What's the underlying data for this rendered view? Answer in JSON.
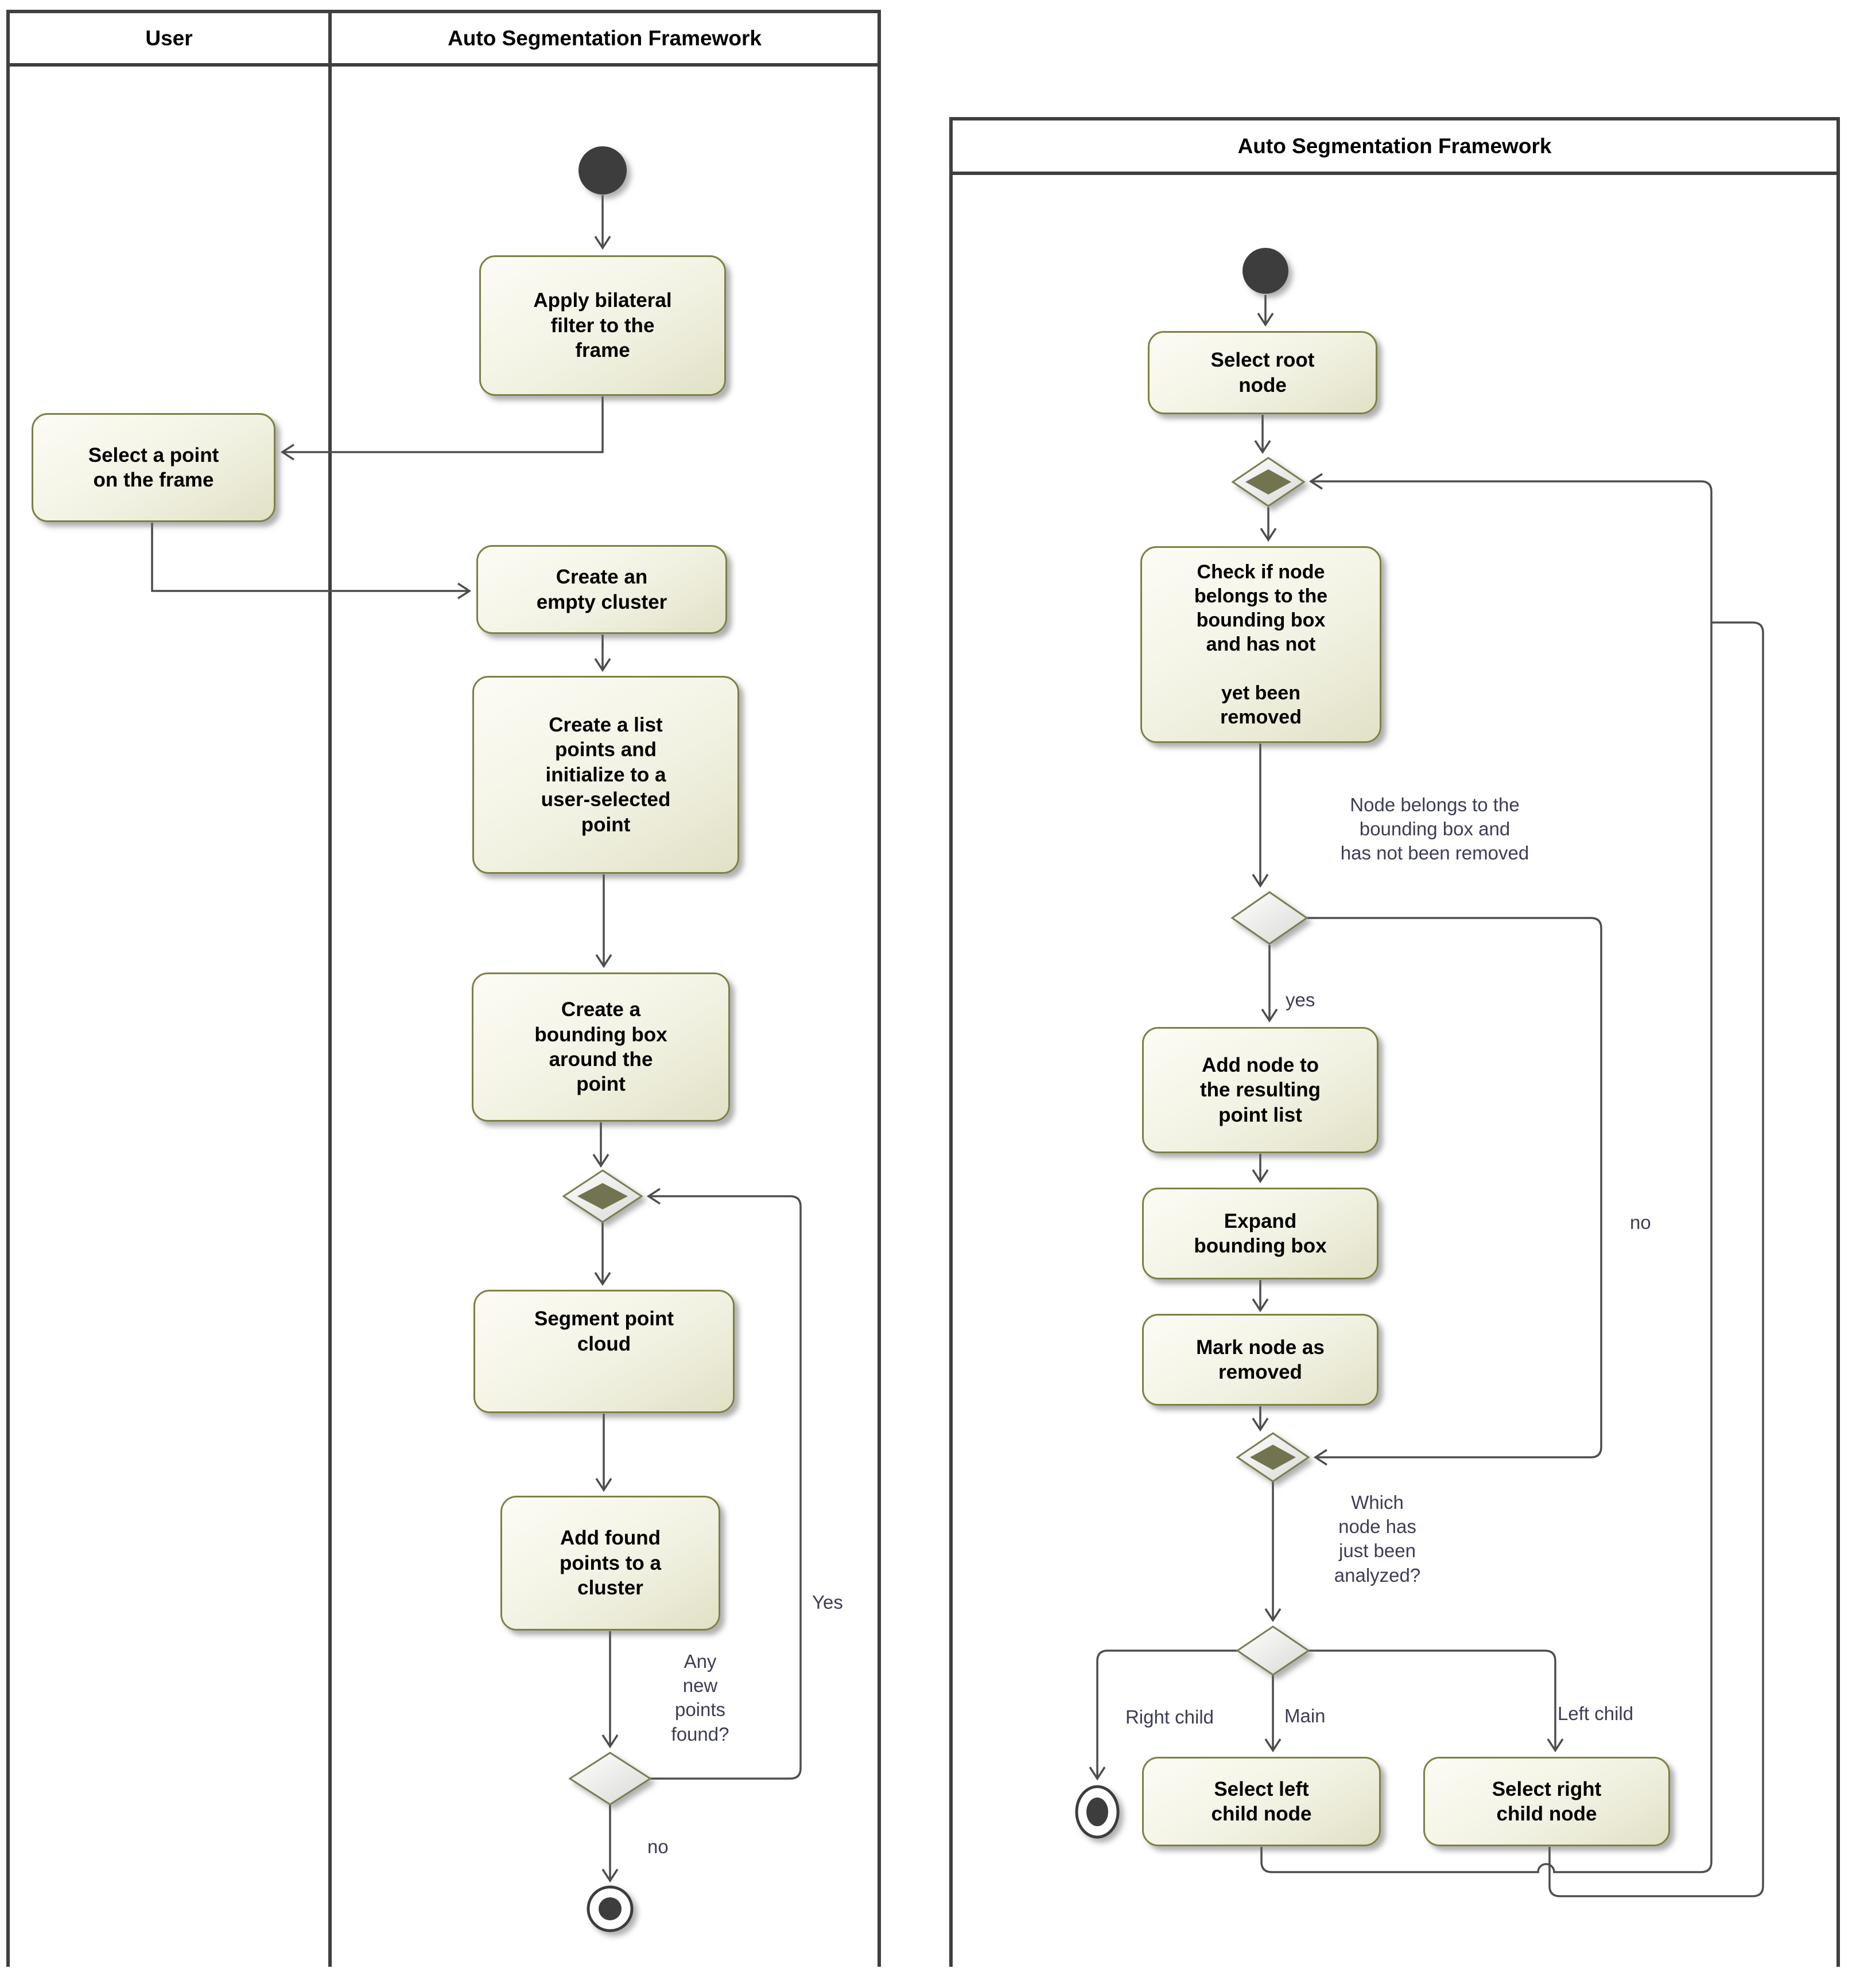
{
  "colors": {
    "node_border": "#7e8044",
    "node_fill_light": "#fcfcf5",
    "node_fill_dark": "#e1e1c7",
    "edge_line": "#4d4d4d",
    "frame_line": "#3f3f3f",
    "guard_label_text": "#3d3d55",
    "merge_inner_diamond": "#71744f",
    "start_end_node": "#3d3d3d"
  },
  "diagram_left": {
    "lanes": {
      "user": "User",
      "framework": "Auto Segmentation Framework"
    },
    "nodes": {
      "apply_filter": "Apply bilateral\nfilter to the\nframe",
      "select_point": "Select a point\non the frame",
      "create_cluster": "Create an\nempty cluster",
      "create_list": "Create a list\npoints and\ninitialize to a\nuser-selected\npoint",
      "create_bbox": "Create a\nbounding box\naround the\npoint",
      "segment_cloud": "Segment point\ncloud",
      "add_points": "Add found\npoints to a\ncluster"
    },
    "labels": {
      "question": "Any\nnew\npoints\nfound?",
      "yes": "Yes",
      "no": "no"
    }
  },
  "diagram_right": {
    "lane": "Auto Segmentation Framework",
    "nodes": {
      "select_root": "Select root\nnode",
      "check_node": "Check if node\nbelongs to the\nbounding box\nand has not\n\nyet been\nremoved",
      "add_node": "Add node to\nthe resulting\npoint list",
      "expand_bbox": "Expand\nbounding box",
      "mark_removed": "Mark node as\nremoved",
      "select_left": "Select left\nchild node",
      "select_right": "Select right\nchild node"
    },
    "labels": {
      "guard_check": "Node belongs to the\nbounding box and\nhas not been removed",
      "yes": "yes",
      "no": "no",
      "question": "Which\nnode has\njust been\nanalyzed?",
      "right_child": "Right child",
      "main": "Main",
      "left_child": "Left child"
    }
  }
}
